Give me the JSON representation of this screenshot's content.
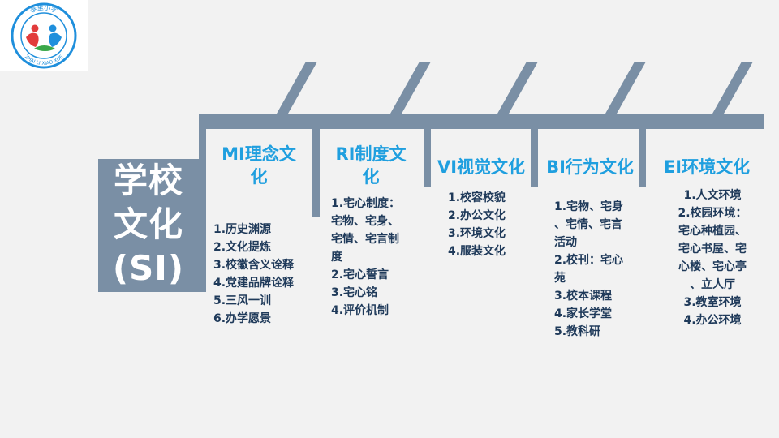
{
  "logo": {
    "ring_text": "泰里小学",
    "ring_text_bottom": "ZHAI LI XIAO XUE",
    "colors": {
      "ring": "#1f8fdc",
      "left_figure": "#e23b3b",
      "right_figure": "#1f8fdc",
      "leaf": "#3aa84a"
    }
  },
  "main_title": {
    "line1": "学校",
    "line2": "文化",
    "line3": "(SI)"
  },
  "colors": {
    "frame": "#7a8fa5",
    "column_title": "#1f9fdf",
    "list_text": "#1f3a5a",
    "background": "#f2f2f2"
  },
  "columns": [
    {
      "title_line1": "MI理念文",
      "title_line2": "化",
      "items": [
        "1.历史渊源",
        "2.文化提炼",
        "3.校徽含义诠释",
        "4.党建品牌诠释",
        "5.三风一训",
        "6.办学愿景"
      ]
    },
    {
      "title_line1": "RI制度文",
      "title_line2": "化",
      "items": [
        "1.宅心制度：",
        "宅物、宅身、",
        "宅情、宅言制",
        "度",
        "2.宅心誓言",
        "3.宅心铭",
        "4.评价机制"
      ]
    },
    {
      "title_line1": "VI视觉文化",
      "items": [
        "1.校容校貌",
        "2.办公文化",
        "3.环境文化",
        "4.服装文化"
      ]
    },
    {
      "title_line1": "BI行为文化",
      "items": [
        "1.宅物、宅身",
        "、宅情、宅言",
        "活动",
        "2.校刊：宅心",
        "苑",
        "3.校本课程",
        "4.家长学堂",
        "5.教科研"
      ]
    },
    {
      "title_line1": "EI环境文化",
      "items": [
        "1.人文环境",
        "2.校园环境：",
        "宅心种植园、",
        "宅心书屋、宅",
        "心楼、宅心亭",
        "、立人厅",
        "3.教室环境",
        "4.办公环境"
      ]
    }
  ]
}
